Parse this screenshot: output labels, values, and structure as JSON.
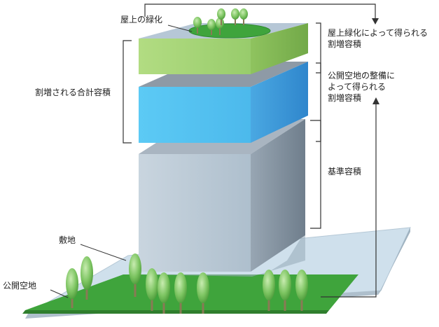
{
  "labels": {
    "rooftop_greening": "屋上の緑化",
    "bonus_rooftop_line1": "屋上緑化によって得られる",
    "bonus_rooftop_line2": "割増容積",
    "bonus_open_line1": "公開空地の整備に",
    "bonus_open_line2": "よって得られる",
    "bonus_open_line3": "割増容積",
    "total_bonus": "割増される合計容積",
    "base_far": "基準容積",
    "site": "敷地",
    "open_space": "公開空地"
  },
  "colors": {
    "green_top": "#7cc45a",
    "green_front": "#a9d87a",
    "green_side": "#8cbf5f",
    "blue_front": "#55c3f0",
    "blue_side": "#3f9fdc",
    "grey_front": "#bfcdd9",
    "grey_side": "#8795a3",
    "site_light": "#cfe0ec",
    "lawn": "#3fa43c"
  }
}
